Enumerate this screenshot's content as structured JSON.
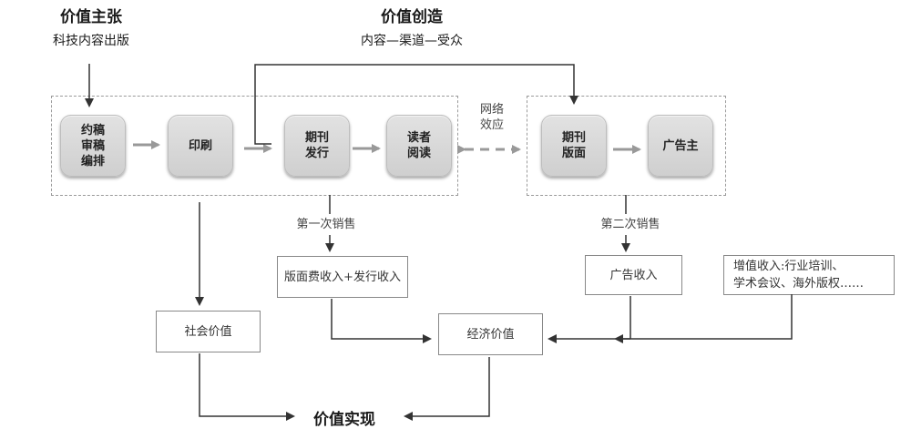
{
  "headers": {
    "value_proposition": {
      "title": "价值主张",
      "subtitle": "科技内容出版"
    },
    "value_creation": {
      "title": "价值创造",
      "subtitle": "内容—渠道—受众"
    },
    "value_realization": {
      "title": "价值实现"
    }
  },
  "nodes": {
    "editing": "约稿\n审稿\n编排",
    "printing": "印刷",
    "distribution": "期刊\n发行",
    "reading": "读者\n阅读",
    "page_space": "期刊\n版面",
    "advertiser": "广告主"
  },
  "labels": {
    "network_effect": "网络\n效应",
    "first_sale": "第一次销售",
    "second_sale": "第二次销售"
  },
  "boxes": {
    "first_revenue": "版面费收入+发行收入",
    "ad_revenue": "广告收入",
    "value_added": "增值收入:行业培训、\n学术会议、海外版权……",
    "social_value": "社会价值",
    "economic_value": "经济价值"
  }
}
